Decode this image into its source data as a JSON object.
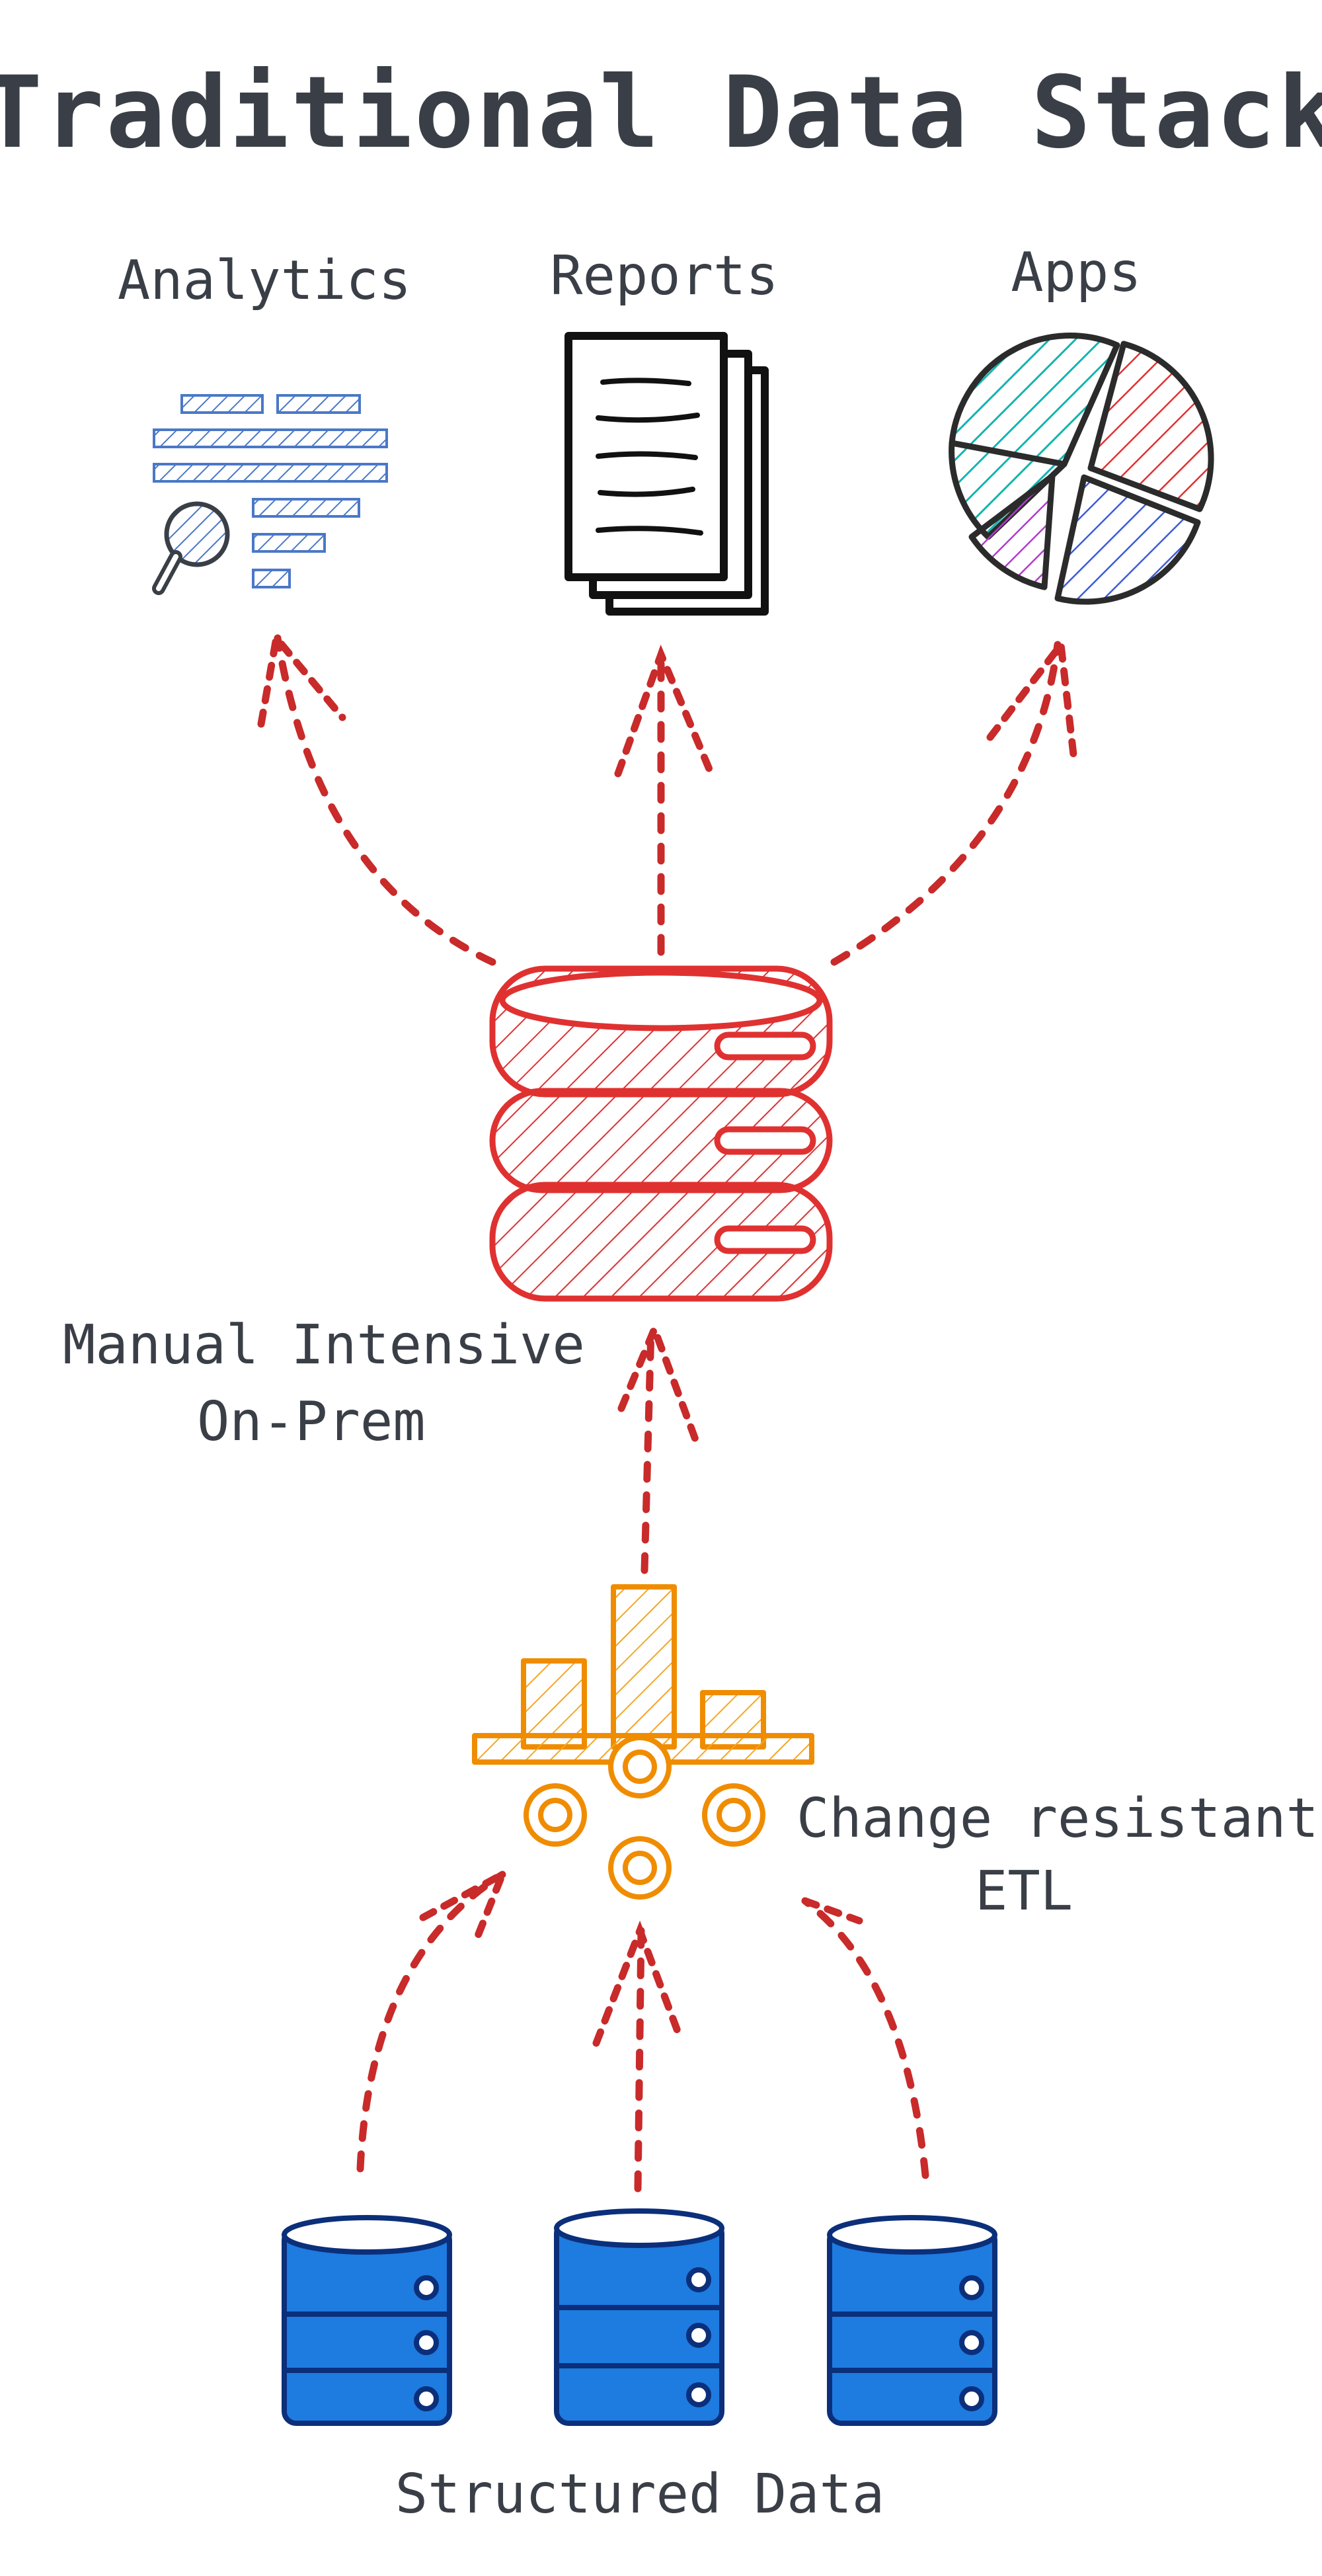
{
  "title": "Traditional Data Stack",
  "outputs": [
    {
      "label": "Analytics",
      "icon": "analytics-search-icon"
    },
    {
      "label": "Reports",
      "icon": "document-stack-icon"
    },
    {
      "label": "Apps",
      "icon": "pie-chart-icon"
    }
  ],
  "warehouse": {
    "icon": "server-database-icon",
    "note_line1": "Manual Intensive",
    "note_line2": "On-Prem",
    "color": "#e03131"
  },
  "etl": {
    "icon": "etl-conveyor-icon",
    "note_line1": "Change resistant",
    "note_line2": "ETL",
    "color": "#f08c00"
  },
  "sources": {
    "icon": "database-icon",
    "count": 3,
    "label": "Structured Data",
    "color": "#1e7be0"
  },
  "colors": {
    "text": "#3a3f47",
    "arrow": "#c92a2a",
    "analytics_hatch": "#4a78c8",
    "pie_teal": "#12b5b0",
    "pie_red": "#e03131",
    "pie_blue": "#3b5bdb",
    "pie_purple": "#ae3ec9"
  }
}
